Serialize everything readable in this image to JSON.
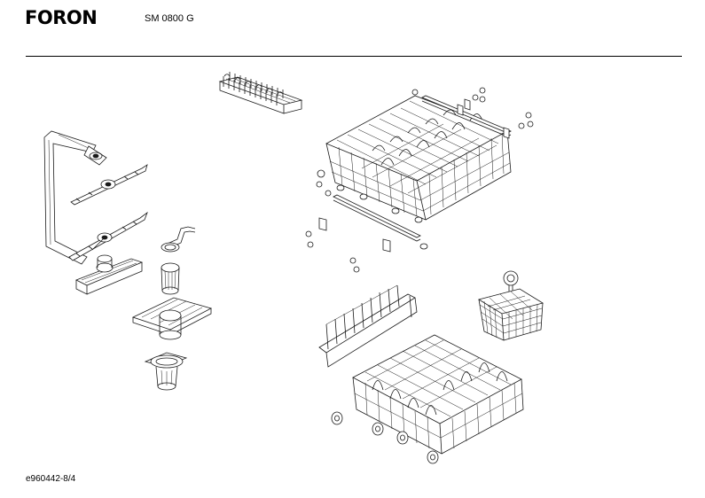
{
  "header": {
    "brand": "FORON",
    "model": "SM 0800 G"
  },
  "footer": {
    "document_code": "e960442-8/4"
  }
}
